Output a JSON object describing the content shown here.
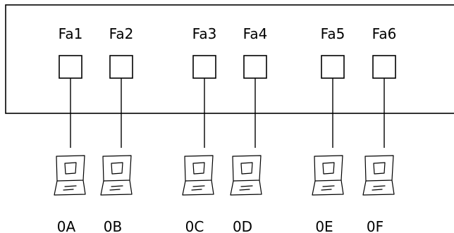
{
  "diagram": {
    "ports": [
      {
        "label": "Fa1",
        "host": "0A"
      },
      {
        "label": "Fa2",
        "host": "0B"
      },
      {
        "label": "Fa3",
        "host": "0C"
      },
      {
        "label": "Fa4",
        "host": "0D"
      },
      {
        "label": "Fa5",
        "host": "0E"
      },
      {
        "label": "Fa6",
        "host": "0F"
      }
    ]
  }
}
